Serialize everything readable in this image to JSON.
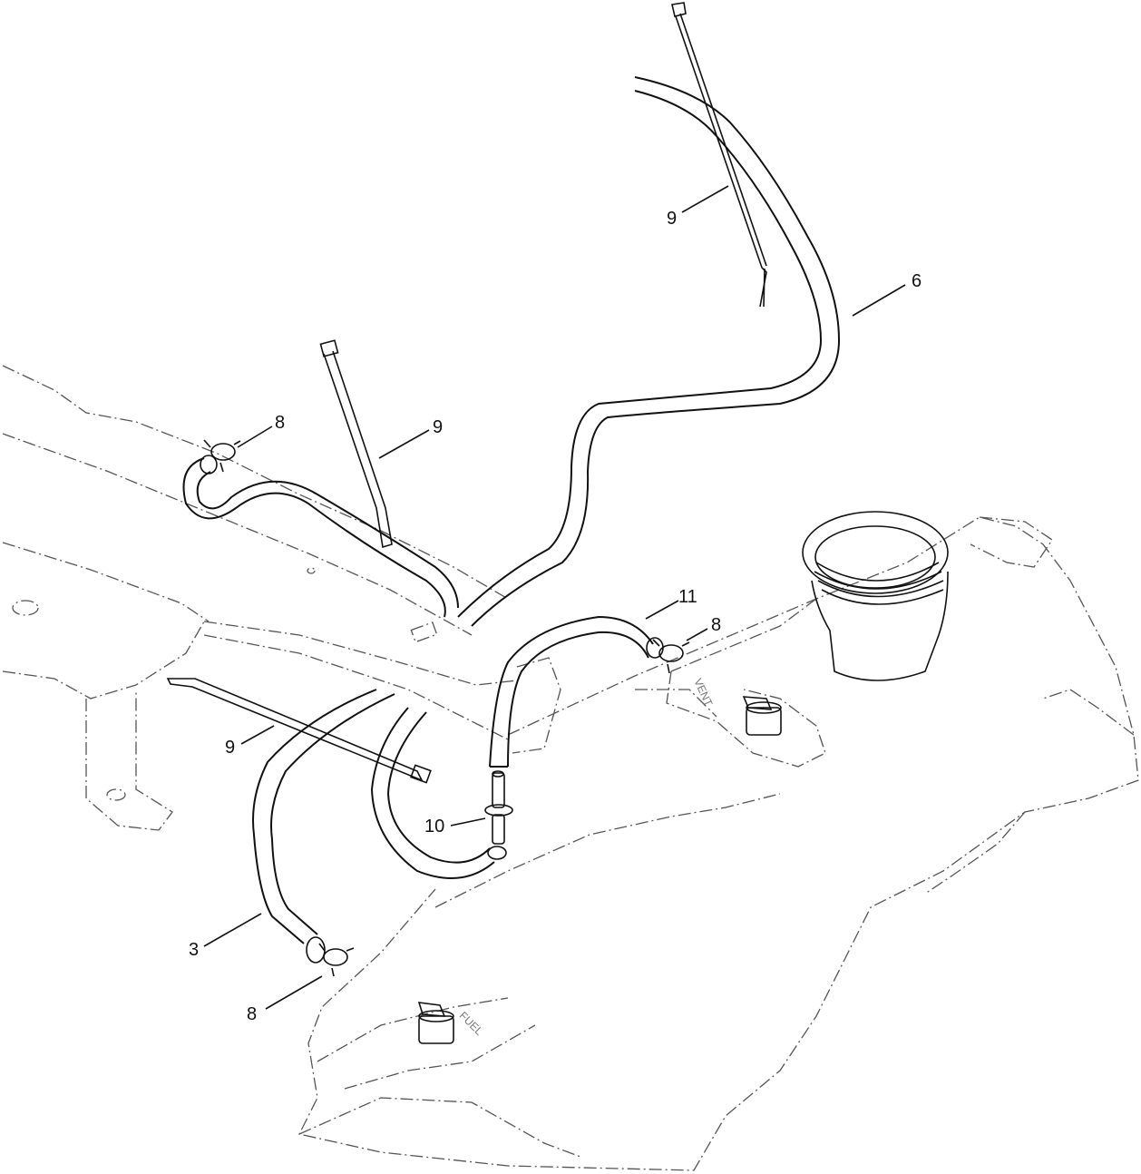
{
  "callouts": {
    "c9_top": "9",
    "c6": "6",
    "c9_mid": "9",
    "c8_upper_left": "8",
    "c11": "11",
    "c8_mid_right": "8",
    "c9_lower": "9",
    "c10": "10",
    "c3": "3",
    "c8_bottom": "8"
  },
  "tank_markings": {
    "vent": "VENT",
    "fuel": "FUEL"
  },
  "colors": {
    "line": "#111111",
    "ghost": "#555555",
    "background": "#ffffff"
  }
}
